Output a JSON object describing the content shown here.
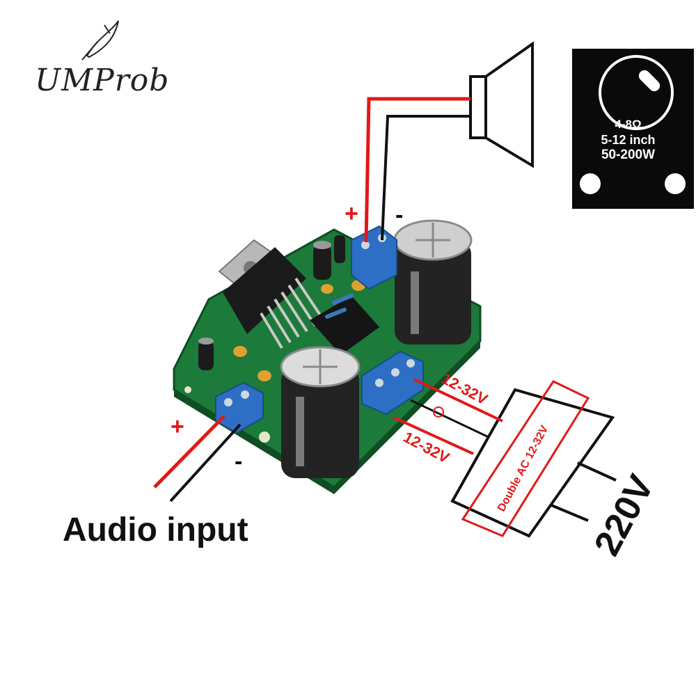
{
  "brand": {
    "logo_text": "UMProb"
  },
  "speaker": {
    "specs": [
      "4-8Ω",
      "5-12 inch",
      "50-200W"
    ]
  },
  "output_terminal": {
    "plus": "+",
    "minus": "-"
  },
  "input_terminal": {
    "plus": "+",
    "minus": "-",
    "label": "Audio input"
  },
  "power": {
    "upper_voltage": "12-32V",
    "lower_voltage": "12-32V",
    "transformer_label": "Double AC 12-32V",
    "mains_voltage": "220V",
    "center_tap_symbol": "o"
  },
  "colors": {
    "wire_red": "#e01919",
    "wire_black": "#111111",
    "pcb_green": "#1c7a3a",
    "terminal_blue": "#2d6fc4",
    "specs_box": "#0a0a0a"
  }
}
